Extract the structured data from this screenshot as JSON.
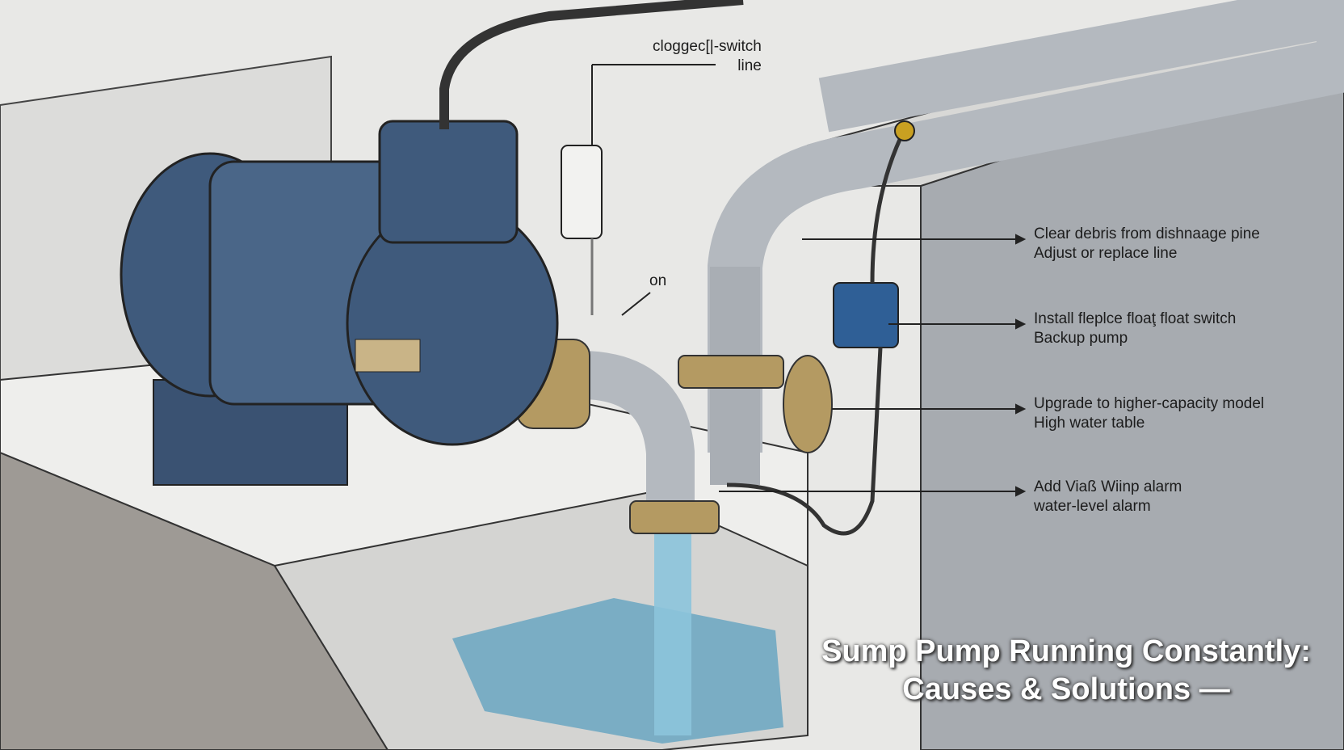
{
  "callouts": {
    "top": {
      "line1": "cloggec[|-switch",
      "line2": "line"
    },
    "on": "on"
  },
  "solutions": [
    {
      "line1": "Clear debris from dishnaage pine",
      "line2": "Adjust or replace line"
    },
    {
      "line1": "Install  fleplce floaţ float switch",
      "line2": "Backup pump"
    },
    {
      "line1": "Upgrade to higher-capacity model",
      "line2": "High water table"
    },
    {
      "line1": "Add Viaß Wiinp alarm",
      "line2": "water-level alarm"
    }
  ],
  "title": {
    "line1": "Sump Pump Running Constantly:",
    "line2": "Causes & Solutions —"
  },
  "colors": {
    "pump": "#3f5a7c",
    "pipe": "#b4b9bf",
    "brass": "#b49a62",
    "water": "#6aa6c2",
    "wall": "#a7abb0"
  }
}
